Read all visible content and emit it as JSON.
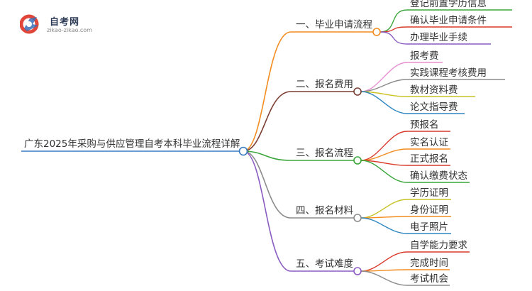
{
  "logo": {
    "name": "自考网",
    "url": "zikao-zikao.com"
  },
  "root": {
    "label": "广东2025年采购与供应管理自考本科毕业流程详解",
    "color": "#3a7bbf"
  },
  "branches": [
    {
      "label": "一、毕业申请流程",
      "color": "#f28c1f",
      "children": [
        {
          "label": "登记前置学历信息",
          "color": "#3aa63a"
        },
        {
          "label": "确认毕业申请条件",
          "color": "#d93a2b"
        },
        {
          "label": "办理毕业手续",
          "color": "#8a5cc2"
        }
      ]
    },
    {
      "label": "二、报名费用",
      "color": "#7a3f32",
      "children": [
        {
          "label": "报考费",
          "color": "#e58fd1"
        },
        {
          "label": "实践课程考核费用",
          "color": "#8c8c8c"
        },
        {
          "label": "教材资料费",
          "color": "#c9c223"
        },
        {
          "label": "论文指导费",
          "color": "#2e86c1"
        }
      ]
    },
    {
      "label": "三、报名流程",
      "color": "#3aa63a",
      "children": [
        {
          "label": "预报名",
          "color": "#d93a2b"
        },
        {
          "label": "实名认证",
          "color": "#f28c1f"
        },
        {
          "label": "正式报名",
          "color": "#d93a2b"
        },
        {
          "label": "确认缴费状态",
          "color": "#3aa63a"
        }
      ]
    },
    {
      "label": "四、报名材料",
      "color": "#8c8c8c",
      "children": [
        {
          "label": "学历证明",
          "color": "#c9c223"
        },
        {
          "label": "身份证明",
          "color": "#f28c1f"
        },
        {
          "label": "电子照片",
          "color": "#2e86c1"
        }
      ]
    },
    {
      "label": "五、考试难度",
      "color": "#8a5cc2",
      "children": [
        {
          "label": "自学能力要求",
          "color": "#d93a2b"
        },
        {
          "label": "完成时间",
          "color": "#f28c1f"
        },
        {
          "label": "考试机会",
          "color": "#8c8c8c"
        }
      ]
    }
  ]
}
